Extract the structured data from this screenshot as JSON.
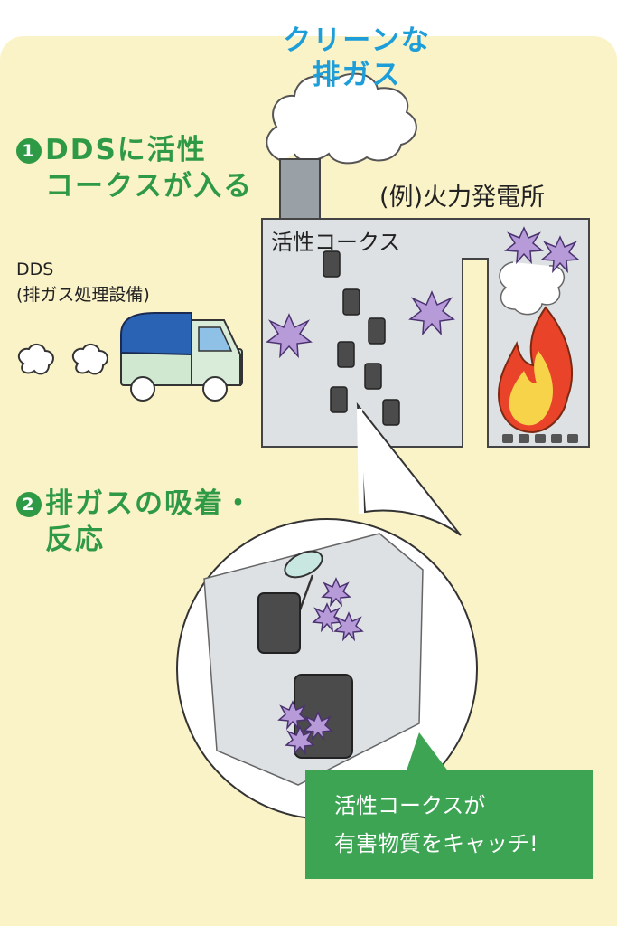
{
  "clean_gas": [
    "クリーンな",
    "排ガス"
  ],
  "step1": {
    "number": "1",
    "line1": "DDSに活性",
    "line2": "コークスが入る"
  },
  "plant_label": "(例)火力発電所",
  "coke_label": "活性コークス",
  "dds": {
    "line1": "DDS",
    "line2": "(排ガス処理設備)"
  },
  "step2": {
    "number": "2",
    "line1": "排ガスの吸着・",
    "line2": "反応"
  },
  "callout": {
    "line1": "活性コークスが",
    "line2": "有害物質をキャッチ!"
  },
  "colors": {
    "background": "#fbf3c8",
    "accent_green": "#2f9a45",
    "clean_gas_blue": "#1d9ed8",
    "building": "#dde1e4",
    "callout_green": "#3da454"
  },
  "icons": [
    "smoke-cloud",
    "truck-icon",
    "exhaust-puff-icon",
    "coke-block-icon",
    "pollutant-icon",
    "flame-icon",
    "net-icon"
  ]
}
